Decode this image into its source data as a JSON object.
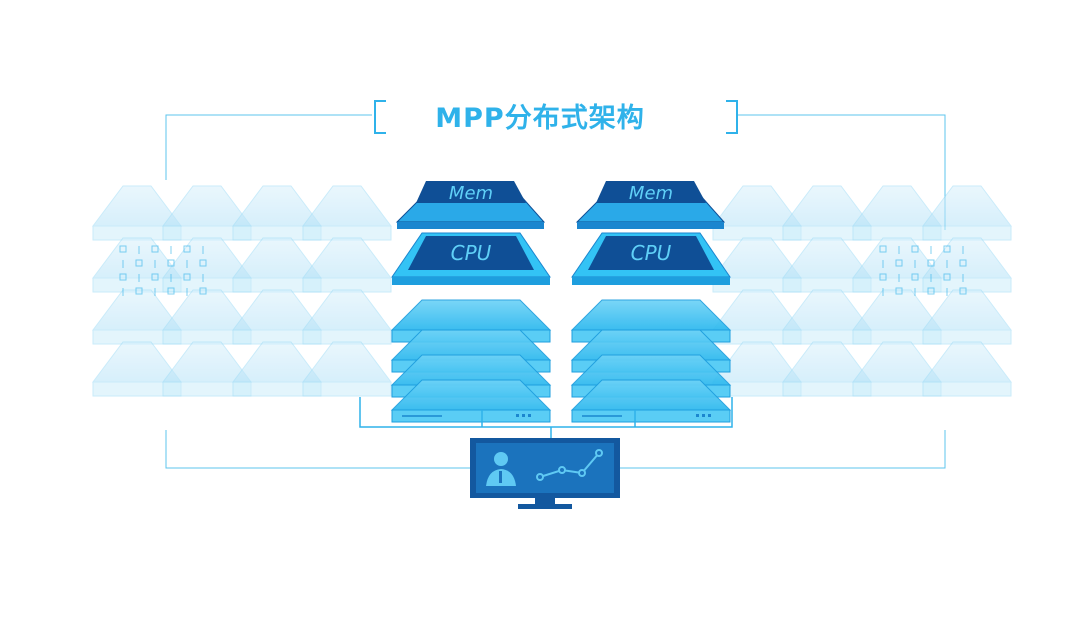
{
  "title": "MPP分布式架构",
  "nodes": [
    {
      "memory_label": "Mem",
      "cpu_label": "CPU"
    },
    {
      "memory_label": "Mem",
      "cpu_label": "CPU"
    }
  ],
  "colors": {
    "accent": "#2fb2ea",
    "chip_dark": "#0f4f96",
    "chip_light": "#33c3f5",
    "monitor": "#13589f"
  },
  "icons": [
    "user-icon",
    "line-chart-icon"
  ]
}
